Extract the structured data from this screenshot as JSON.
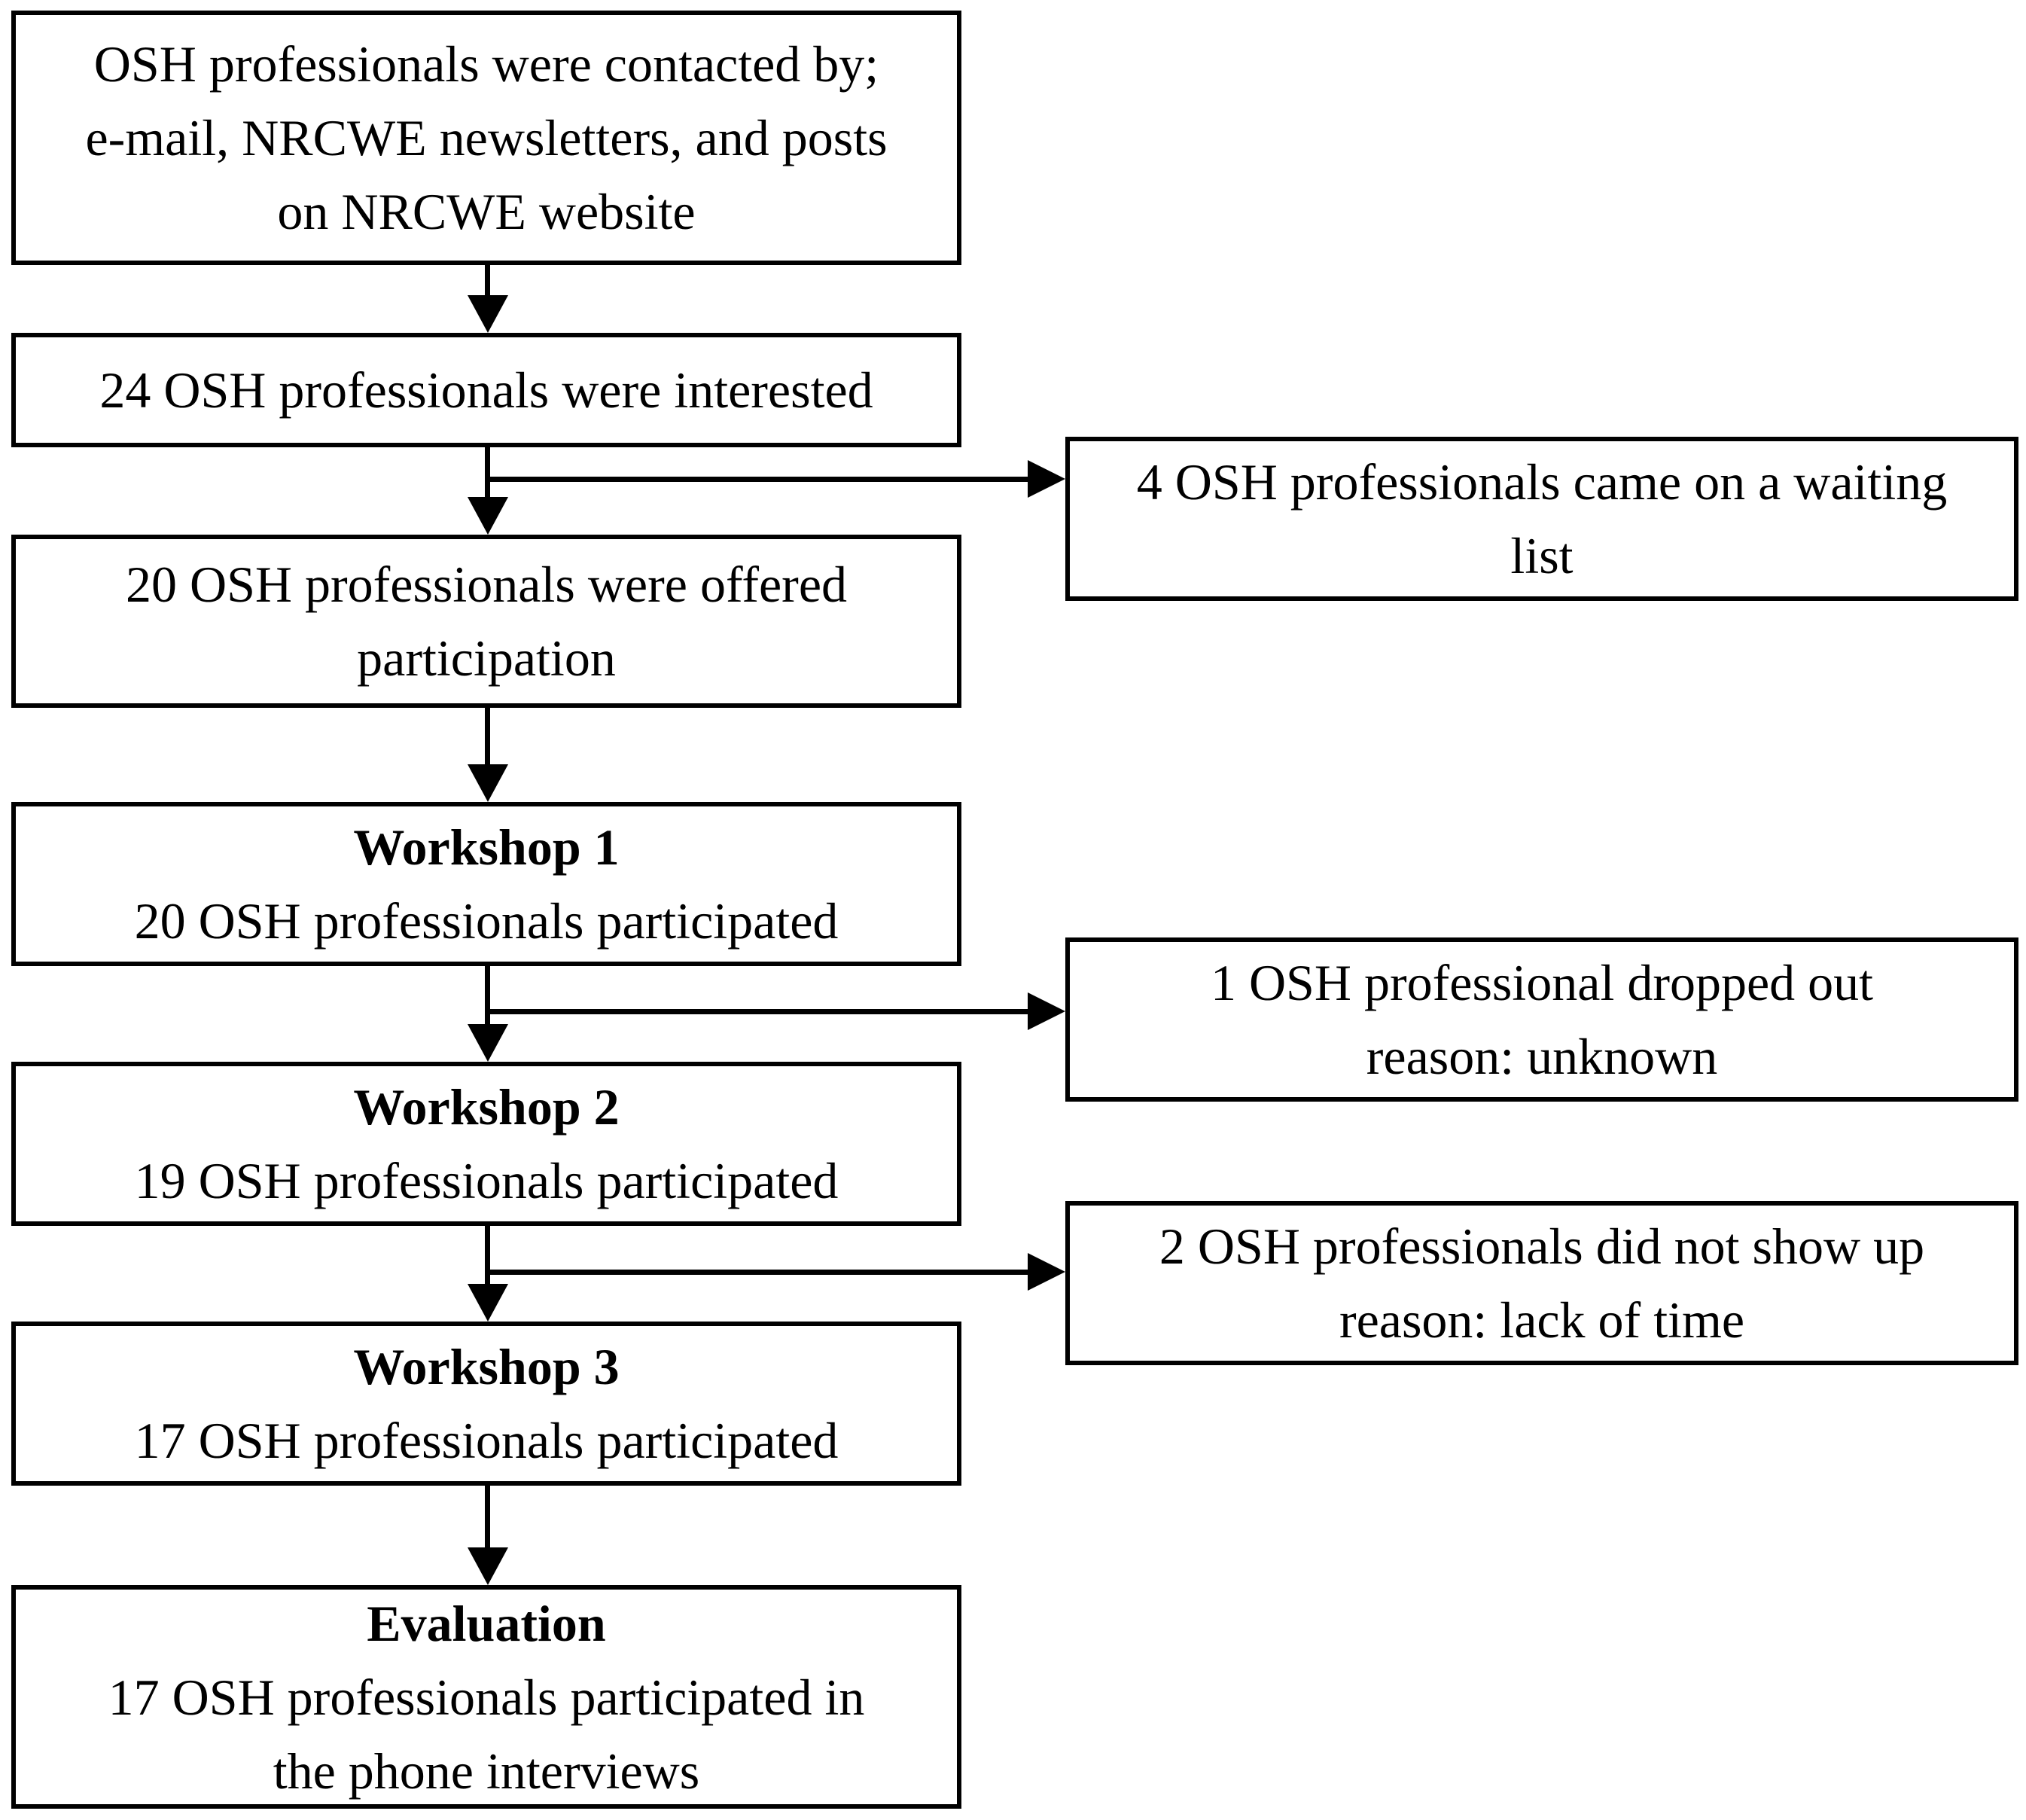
{
  "diagram": {
    "type": "flowchart",
    "colors": {
      "background": "#ffffff",
      "line": "#000000",
      "text": "#000000"
    },
    "flow": {
      "contacted": {
        "line1": "OSH professionals were contacted by;",
        "line2": "e-mail, NRCWE newsletters, and posts",
        "line3": "on NRCWE website"
      },
      "interested": {
        "line1": "24 OSH professionals were interested"
      },
      "offered": {
        "line1": "20 OSH professionals were offered",
        "line2": "participation"
      },
      "workshop1": {
        "title": "Workshop 1",
        "line1": "20 OSH professionals participated"
      },
      "workshop2": {
        "title": "Workshop 2",
        "line1": "19 OSH professionals participated"
      },
      "workshop3": {
        "title": "Workshop 3",
        "line1": "17 OSH professionals participated"
      },
      "evaluation": {
        "title": "Evaluation",
        "line1": "17 OSH professionals participated in",
        "line2": "the phone interviews"
      }
    },
    "side": {
      "waiting_list": {
        "line1": "4 OSH professionals came on a waiting",
        "line2": "list"
      },
      "dropped_out": {
        "line1": "1 OSH professional dropped out",
        "line2": "reason: unknown"
      },
      "no_show": {
        "line1": "2 OSH professionals did not show up",
        "line2": "reason: lack of time"
      }
    }
  }
}
